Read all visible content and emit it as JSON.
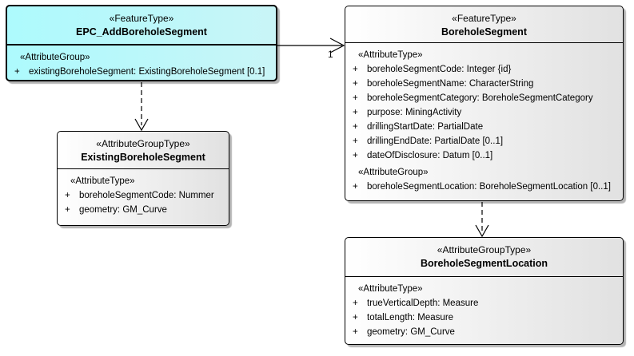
{
  "diagram": {
    "background": "#ffffff"
  },
  "colors": {
    "feature_fill_left": "#adfafd",
    "feature_fill_right": "#c9f5f7",
    "group_fill_left": "#ffffff",
    "group_fill_right": "#e1e1e1",
    "border": "#000000",
    "shadow": "#b4b4b4"
  },
  "classes": {
    "epc": {
      "stereotype": "«FeatureType»",
      "name": "EPC_AddBoreholeSegment",
      "group_stereotype": "«AttributeGroup»",
      "group_attributes": [
        {
          "prefix": "+",
          "text": "existingBoreholeSegment: ExistingBoreholeSegment [0.1]"
        }
      ]
    },
    "borehole_segment": {
      "stereotype": "«FeatureType»",
      "name": "BoreholeSegment",
      "attr_stereotype": "«AttributeType»",
      "attributes": [
        {
          "prefix": "+",
          "text": "boreholeSegmentCode: Integer {id}"
        },
        {
          "prefix": "+",
          "text": "boreholeSegmentName: CharacterString"
        },
        {
          "prefix": "+",
          "text": "boreholeSegmentCategory: BoreholeSegmentCategory"
        },
        {
          "prefix": "+",
          "text": "purpose: MiningActivity"
        },
        {
          "prefix": "+",
          "text": "drillingStartDate: PartialDate"
        },
        {
          "prefix": "+",
          "text": "drillingEndDate: PartialDate [0..1]"
        },
        {
          "prefix": "+",
          "text": "dateOfDisclosure: Datum [0..1]"
        }
      ],
      "group_stereotype": "«AttributeGroup»",
      "group_attributes": [
        {
          "prefix": "+",
          "text": "boreholeSegmentLocation: BoreholeSegmentLocation [0..1]"
        }
      ]
    },
    "existing_borehole_segment": {
      "stereotype": "«AttributeGroupType»",
      "name": "ExistingBoreholeSegment",
      "attr_stereotype": "«AttributeType»",
      "attributes": [
        {
          "prefix": "+",
          "text": "boreholeSegmentCode: Nummer"
        },
        {
          "prefix": "+",
          "text": "geometry: GM_Curve"
        }
      ]
    },
    "borehole_segment_location": {
      "stereotype": "«AttributeGroupType»",
      "name": "BoreholeSegmentLocation",
      "attr_stereotype": "«AttributeType»",
      "attributes": [
        {
          "prefix": "+",
          "text": "trueVerticalDepth: Measure"
        },
        {
          "prefix": "+",
          "text": "totalLength: Measure"
        },
        {
          "prefix": "+",
          "text": "geometry: GM_Curve"
        }
      ]
    }
  },
  "connectors": {
    "association_epc_to_borehole_segment": {
      "target_multiplicity": "1"
    }
  }
}
